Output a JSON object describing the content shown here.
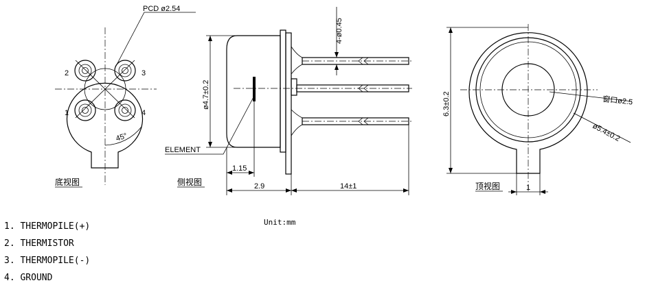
{
  "bottom_view": {
    "pcd_label": "PCD ø2.54",
    "angle_label": "45°",
    "pin_numbers": [
      "1",
      "2",
      "3",
      "4"
    ],
    "caption": "底视图"
  },
  "side_view": {
    "diameter_label": "ø4.7±0.2",
    "lead_label": "4-ø0.45",
    "element_label": "ELEMENT",
    "dim_115": "1.15",
    "dim_29": "2.9",
    "dim_14": "14±1",
    "caption": "侧视图"
  },
  "top_view": {
    "height_label": "6.3±0.2",
    "window_label": "窗口ø2.5",
    "dia_label": "ø5.4±0.2",
    "tab_label": "1",
    "caption": "顶视图"
  },
  "legend": [
    "1. THERMOPILE(+)",
    "2. THERMISTOR",
    "3. THERMOPILE(-)",
    "4. GROUND"
  ],
  "unit": "Unit:mm"
}
